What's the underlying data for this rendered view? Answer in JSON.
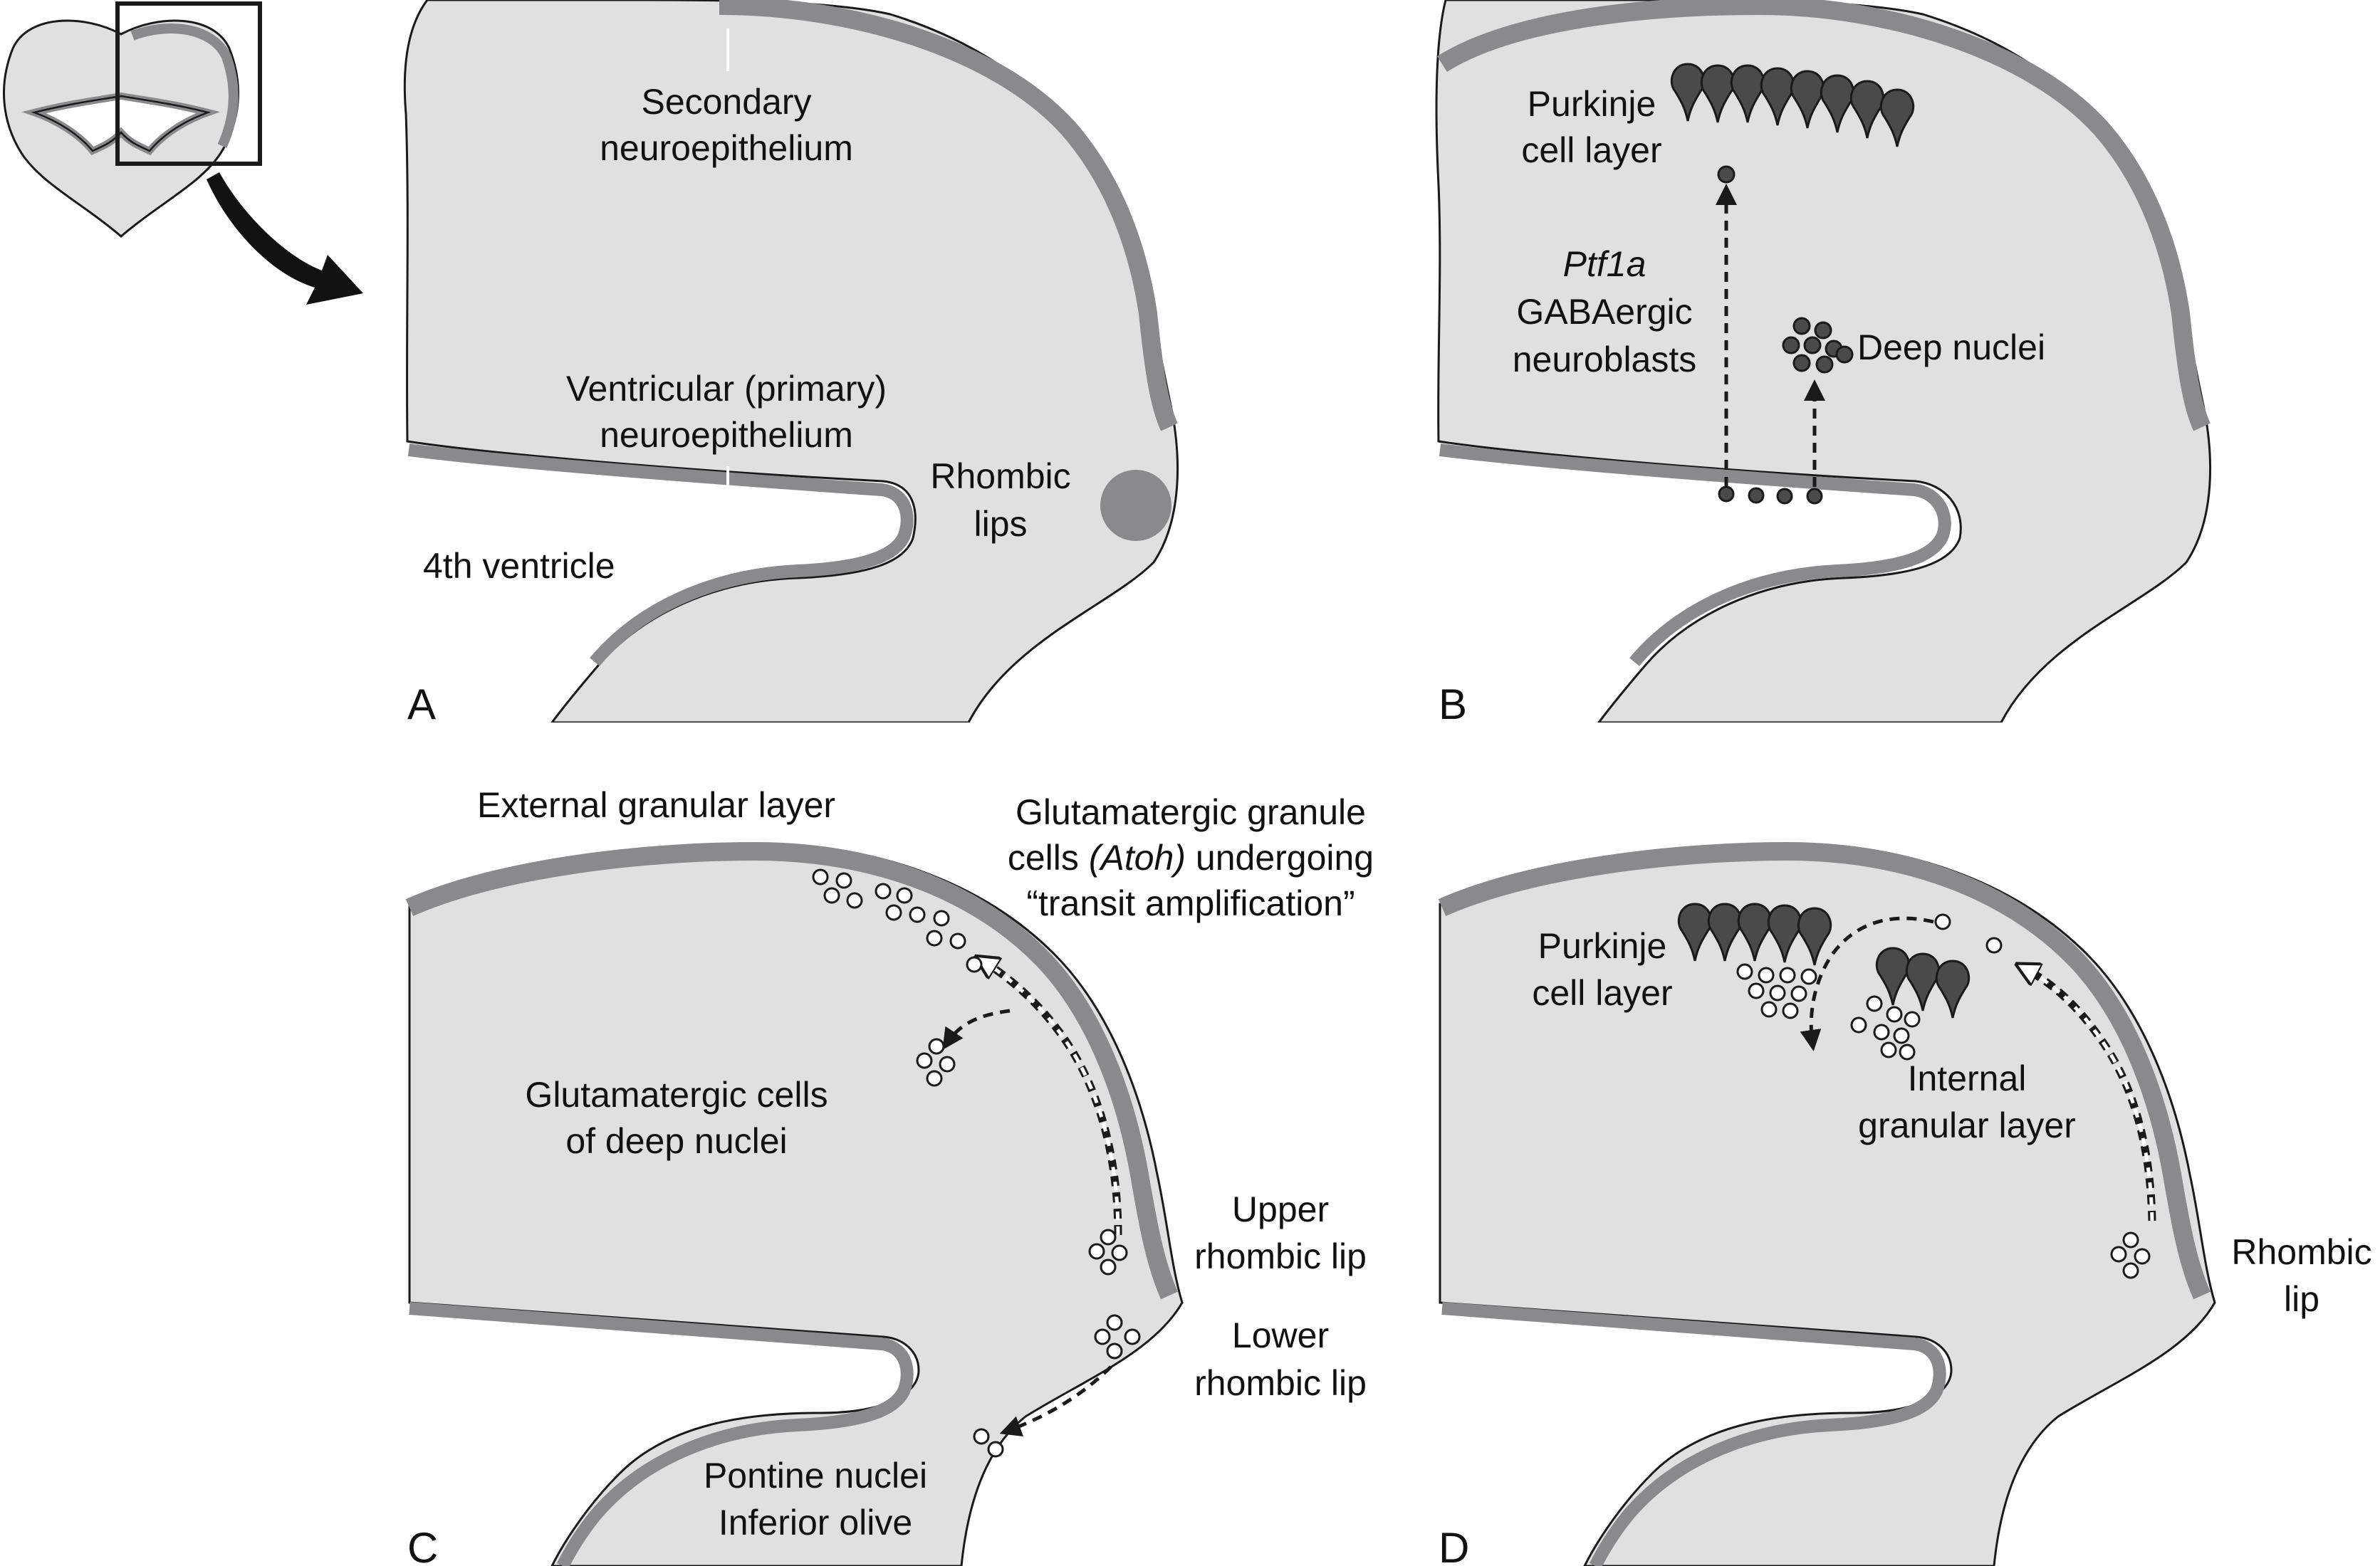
{
  "panels": {
    "A": {
      "letter": "A",
      "secondary": [
        "Secondary",
        "neuroepithelium"
      ],
      "ventricular": [
        "Ventricular (primary)",
        "neuroepithelium"
      ],
      "rhombic_lips": [
        "Rhombic",
        "lips"
      ],
      "ventricle": "4th ventricle"
    },
    "B": {
      "letter": "B",
      "purkinje": [
        "Purkinje",
        "cell layer"
      ],
      "ptf1a": "Ptf1a",
      "gaba": [
        "GABAergic",
        "neuroblasts"
      ],
      "deep_nuclei": "Deep nuclei"
    },
    "C": {
      "letter": "C",
      "egl": "External granular layer",
      "granule": [
        "Glutamatergic granule",
        "cells",
        "(Atoh)",
        "undergoing",
        "“transit amplification”"
      ],
      "deep_cells": [
        "Glutamatergic cells",
        "of deep nuclei"
      ],
      "upper_lip": [
        "Upper",
        "rhombic lip"
      ],
      "lower_lip": [
        "Lower",
        "rhombic lip"
      ],
      "pontine": [
        "Pontine nuclei",
        "Inferior olive"
      ]
    },
    "D": {
      "letter": "D",
      "purkinje": [
        "Purkinje",
        "cell layer"
      ],
      "igl": [
        "Internal",
        "granular layer"
      ],
      "rhombic_lip": [
        "Rhombic",
        "lip"
      ]
    }
  },
  "colors": {
    "tissue": "#e0e0e0",
    "neuroepithelium": "#8a8a8c",
    "cells_dark": "#4a4a4a",
    "outline": "#1a1a1a"
  }
}
